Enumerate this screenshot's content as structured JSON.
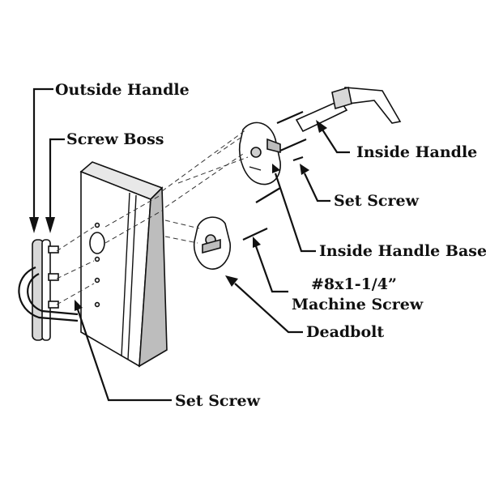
{
  "labels": {
    "outside_handle": "Outside Handle",
    "screw_boss": "Screw Boss",
    "inside_handle": "Inside Handle",
    "set_screw_upper": "Set Screw",
    "inside_handle_base": "Inside Handle Base",
    "machine_screw_size": "#8x1-1/4”",
    "machine_screw": "Machine Screw",
    "deadbolt": "Deadbolt",
    "set_screw_lower": "Set Screw"
  },
  "colors": {
    "ink": "#111111",
    "background": "#ffffff"
  }
}
